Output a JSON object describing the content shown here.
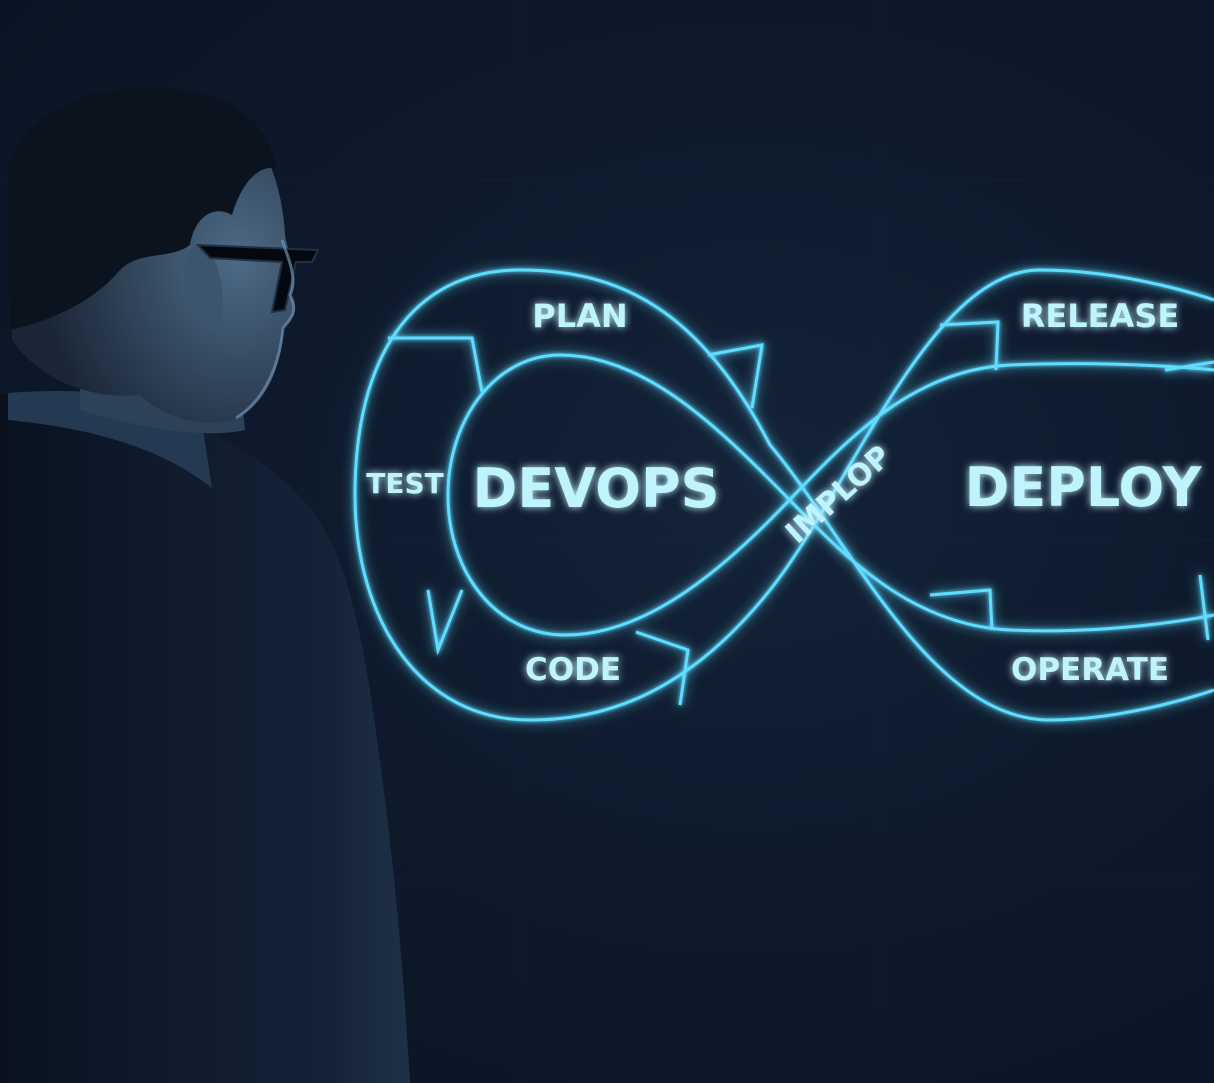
{
  "diagram": {
    "center_left": "DEVOPS",
    "center_right": "DEPLOY",
    "crossing": "IMPLOP",
    "stages": {
      "plan": "PLAN",
      "test": "TEST",
      "code": "CODE",
      "release": "RELEASE",
      "operate": "OPERATE"
    }
  },
  "colors": {
    "background": "#0e1a2c",
    "neon": "#5fdcff",
    "neon_text": "#bff4ff",
    "suit": "#101a2b",
    "skin": "#2a3a4e"
  }
}
